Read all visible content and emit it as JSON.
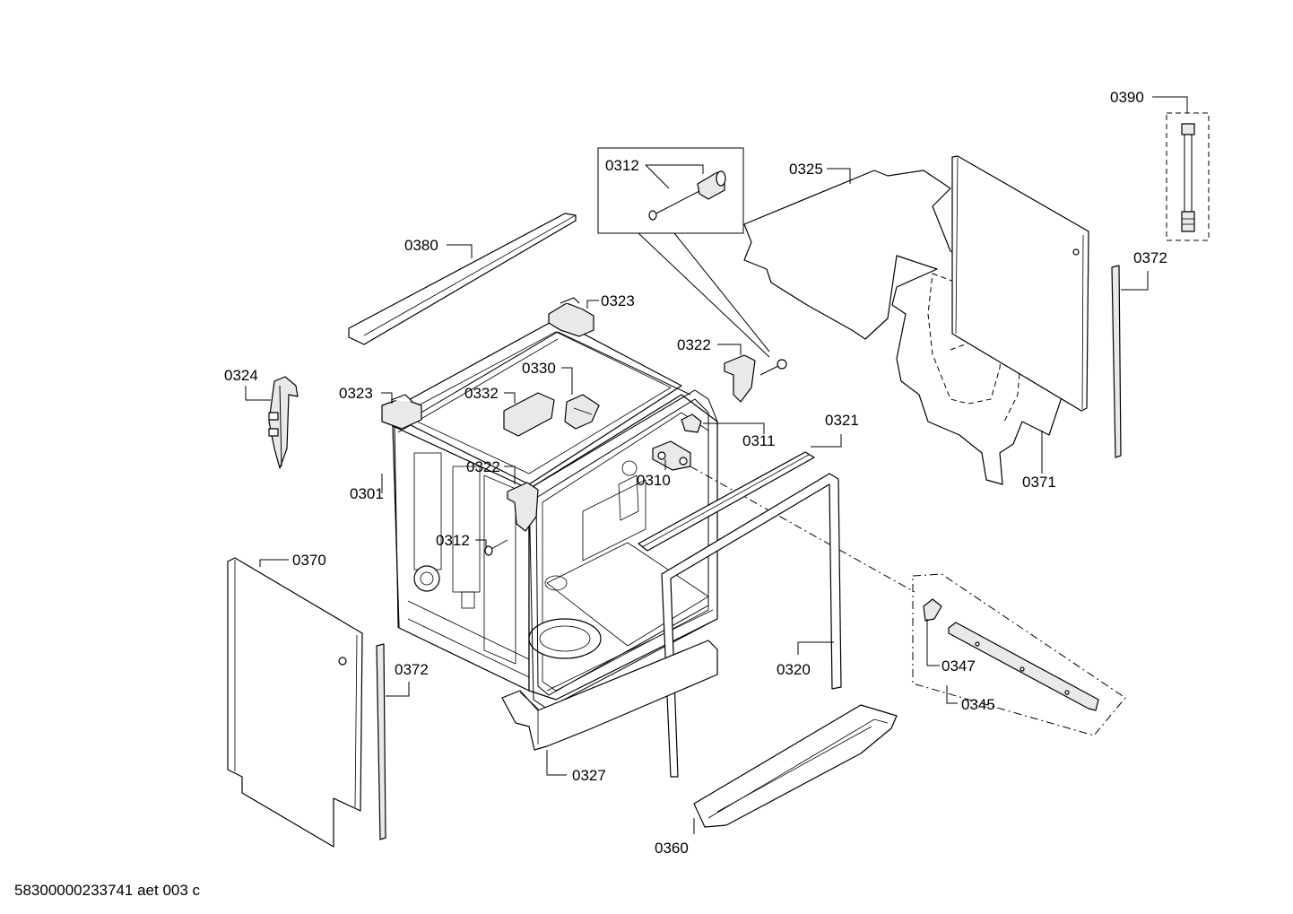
{
  "diagram": {
    "labels": {
      "p0390": "0390",
      "p0312_top": "0312",
      "p0325": "0325",
      "p0372_right": "0372",
      "p0380": "0380",
      "p0323_top": "0323",
      "p0322_right": "0322",
      "p0324": "0324",
      "p0330": "0330",
      "p0323_left": "0323",
      "p0332": "0332",
      "p0321": "0321",
      "p0311": "0311",
      "p0322_left": "0322",
      "p0371": "0371",
      "p0310": "0310",
      "p0301": "0301",
      "p0312_left": "0312",
      "p0370": "0370",
      "p0347": "0347",
      "p0372_left": "0372",
      "p0320": "0320",
      "p0345": "0345",
      "p0327": "0327",
      "p0360": "0360"
    },
    "footer": "58300000233741 aet 003 c"
  }
}
